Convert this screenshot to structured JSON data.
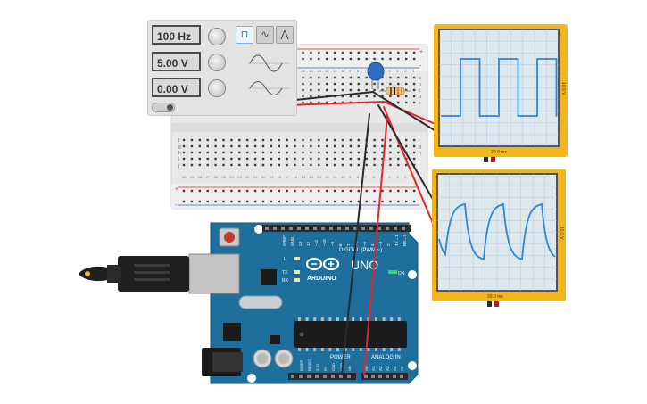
{
  "function_generator": {
    "frequency": "100 Hz",
    "amplitude": "5.00 V",
    "dc_offset": "0.00 V",
    "waveforms": [
      {
        "name": "square",
        "icon": "square-wave-icon",
        "active": true
      },
      {
        "name": "sine",
        "icon": "sine-wave-icon",
        "active": false
      },
      {
        "name": "triangle",
        "icon": "triangle-wave-icon",
        "active": false
      }
    ]
  },
  "oscilloscope_top": {
    "time_label": "20.0 ms",
    "volt_label": "10.0 V"
  },
  "oscilloscope_bottom": {
    "time_label": "20.0 ms",
    "volt_label": "10.0 V"
  },
  "arduino": {
    "model": "UNO",
    "brand": "ARDUINO",
    "digital_label": "DIGITAL (PWM ~)",
    "power_label": "POWER",
    "analog_label": "ANALOG IN",
    "on_label": "ON",
    "led_labels": [
      "L",
      "TX",
      "RX"
    ],
    "digital_pins": [
      "AREF",
      "GND",
      "13",
      "12",
      "~11",
      "~10",
      "~9",
      "8",
      "7",
      "~6",
      "~5",
      "4",
      "~3",
      "2",
      "TX→1",
      "RX←0"
    ],
    "power_pins": [
      "IOREF",
      "RESET",
      "3.3V",
      "5V",
      "GND",
      "GND",
      "Vin"
    ],
    "analog_pins": [
      "A0",
      "A1",
      "A2",
      "A3",
      "A4",
      "A5"
    ]
  },
  "breadboard": {
    "row_letters_top": [
      "a",
      "b",
      "c",
      "d",
      "e"
    ],
    "row_letters_bottom": [
      "f",
      "g",
      "h",
      "i",
      "j"
    ],
    "rail_plus": "+",
    "rail_minus": "-",
    "column_numbers": [
      "30",
      "29",
      "28",
      "27",
      "26",
      "25",
      "24",
      "23",
      "22",
      "21",
      "20",
      "19",
      "18",
      "17",
      "16",
      "15",
      "14",
      "13",
      "12",
      "11",
      "10",
      "9",
      "8",
      "7",
      "6",
      "5",
      "4",
      "3",
      "2",
      "1"
    ]
  },
  "colors": {
    "wire_red": "#e3262a",
    "wire_black": "#2b2b2b",
    "arduino_blue": "#1f6f9c",
    "scope_frame": "#f3b51c",
    "trace_blue": "#2f86cf",
    "breadboard": "#e6e6e6"
  }
}
